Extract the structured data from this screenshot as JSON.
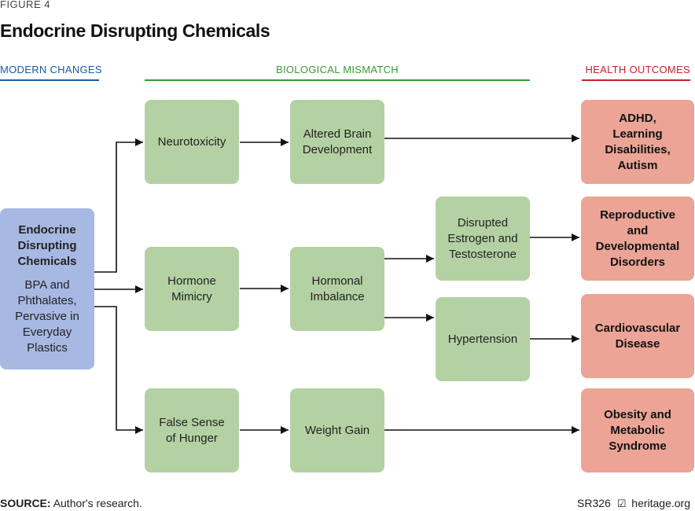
{
  "figure_label": "FIGURE 4",
  "title": "Endocrine Disrupting Chemicals",
  "columns": {
    "modern": {
      "label": "MODERN CHANGES",
      "color": "#1a5aa5"
    },
    "mismatch": {
      "label": "BIOLOGICAL MISMATCH",
      "color": "#3a9a32"
    },
    "outcomes": {
      "label": "HEALTH OUTCOMES",
      "color": "#c8202a"
    }
  },
  "nodes": {
    "edc": {
      "title": "Endocrine\nDisrupting\nChemicals",
      "body": "BPA and\nPhthalates,\nPervasive in\nEveryday\nPlastics"
    },
    "neurotoxicity": {
      "label": "Neurotoxicity"
    },
    "altered_brain": {
      "label": "Altered Brain\nDevelopment"
    },
    "hormone_mimicry": {
      "label": "Hormone\nMimicry"
    },
    "hormonal_imbalance": {
      "label": "Hormonal\nImbalance"
    },
    "disrupted_estrogen": {
      "label": "Disrupted\nEstrogen and\nTestosterone"
    },
    "hypertension": {
      "label": "Hypertension"
    },
    "false_hunger": {
      "label": "False Sense\nof Hunger"
    },
    "weight_gain": {
      "label": "Weight Gain"
    },
    "adhd": {
      "label": "ADHD,\nLearning\nDisabilities,\nAutism"
    },
    "reproductive": {
      "label": "Reproductive\nand\nDevelopmental\nDisorders"
    },
    "cardio": {
      "label": "Cardiovascular\nDisease"
    },
    "obesity": {
      "label": "Obesity and\nMetabolic\nSyndrome"
    }
  },
  "edges": [
    [
      "edc",
      "neurotoxicity"
    ],
    [
      "edc",
      "hormone_mimicry"
    ],
    [
      "edc",
      "false_hunger"
    ],
    [
      "neurotoxicity",
      "altered_brain"
    ],
    [
      "altered_brain",
      "adhd"
    ],
    [
      "hormone_mimicry",
      "hormonal_imbalance"
    ],
    [
      "hormonal_imbalance",
      "disrupted_estrogen"
    ],
    [
      "hormonal_imbalance",
      "hypertension"
    ],
    [
      "disrupted_estrogen",
      "reproductive"
    ],
    [
      "hypertension",
      "cardio"
    ],
    [
      "false_hunger",
      "weight_gain"
    ],
    [
      "weight_gain",
      "obesity"
    ]
  ],
  "footer": {
    "source_label": "SOURCE:",
    "source_text": "Author's research.",
    "report_id": "SR326",
    "site": "heritage.org"
  }
}
